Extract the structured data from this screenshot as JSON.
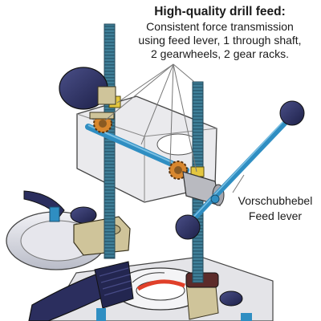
{
  "caption": {
    "title": "High-quality drill feed:",
    "body": "Consistent force transmission\nusing feed lever, 1 through shaft,\n2 gearwheels, 2 gear racks."
  },
  "lever_label": {
    "line_de": "Vorschubhebel",
    "line_en": "Feed lever"
  },
  "colors": {
    "rack": "#3f7f98",
    "rack_dark": "#2b5e74",
    "frame": "#e6e6ea",
    "knob": "#2b2e5e",
    "gear": "#d8872e",
    "brass": "#cfc49a"
  }
}
